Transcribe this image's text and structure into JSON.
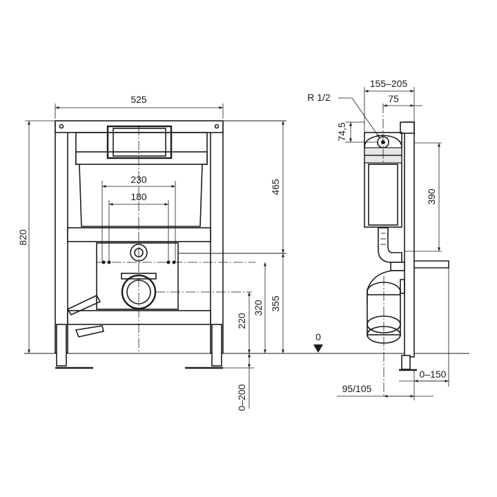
{
  "front_view": {
    "width": "525",
    "height_total": "820",
    "cistern_height": "465",
    "drain_spacing_outer": "230",
    "drain_spacing_inner": "180",
    "height_355": "355",
    "height_320": "320",
    "height_220": "220",
    "foot_adjust": "0–200"
  },
  "side_view": {
    "depth_range": "155–205",
    "depth_75": "75",
    "inlet_thread": "R 1/2",
    "inlet_height": "74,5",
    "cistern_390": "390",
    "floor_mark": "0",
    "offset_range": "0–150",
    "pipe_distance": "95/105"
  }
}
